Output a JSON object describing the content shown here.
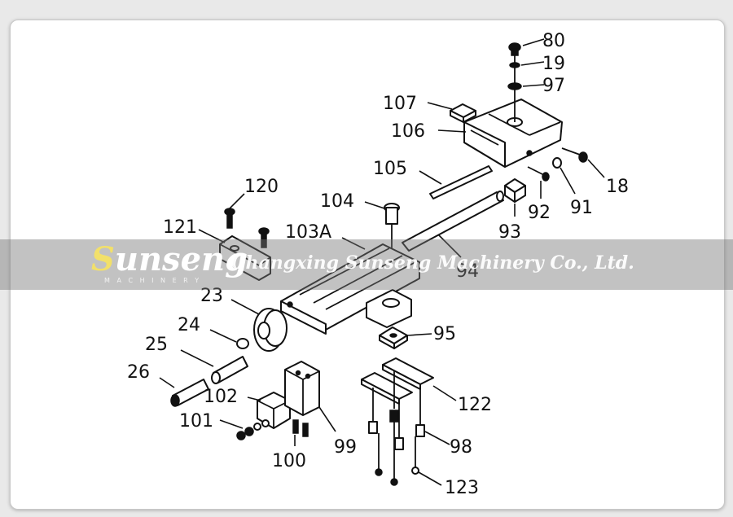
{
  "watermark": {
    "brand_first": "S",
    "brand_rest": "unseng",
    "brand_sub": "M A C H I N E R Y",
    "company": "Changxing Sunseng Machinery Co., Ltd."
  },
  "callouts": {
    "c80": "80",
    "c19": "19",
    "c97": "97",
    "c107": "107",
    "c106": "106",
    "c105": "105",
    "c104": "104",
    "c18": "18",
    "c91": "91",
    "c92": "92",
    "c93": "93",
    "c120": "120",
    "c121": "121",
    "c103a": "103A",
    "c94": "94",
    "c23": "23",
    "c24": "24",
    "c25": "25",
    "c26": "26",
    "c95": "95",
    "c102": "102",
    "c101": "101",
    "c100": "100",
    "c99": "99",
    "c122": "122",
    "c98": "98",
    "c123": "123"
  }
}
